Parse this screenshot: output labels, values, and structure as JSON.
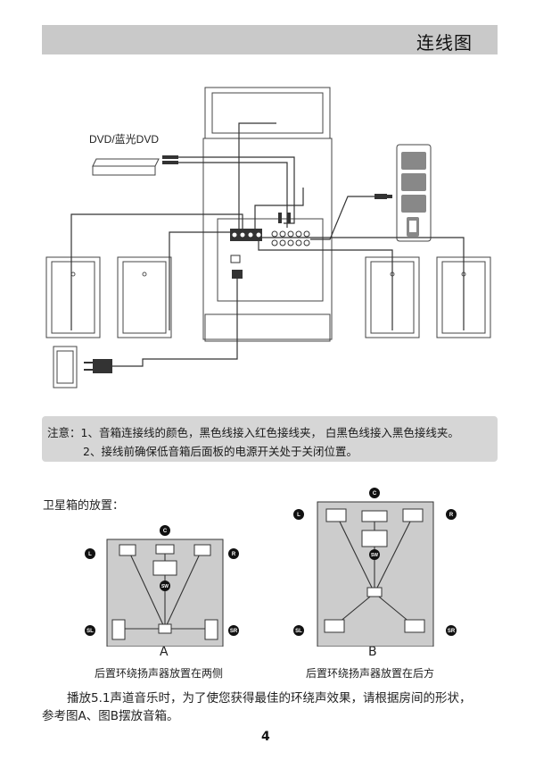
{
  "header": {
    "title": "连线图"
  },
  "diagram": {
    "source_label": "DVD/蓝光DVD"
  },
  "notes": {
    "line1": "注意：1、音箱连接线的颜色，黑色线接入红色接线夹，  白黑色线接入黑色接线夹。",
    "line2": "2、接线前确保低音箱后面板的电源开关处于关闭位置。"
  },
  "placement": {
    "title": "卫星箱的放置：",
    "badges": {
      "center": "C",
      "left": "L",
      "right": "R",
      "sub": "SW",
      "surround_left": "SL",
      "surround_right": "SR"
    },
    "figure_a": {
      "letter": "A",
      "caption": "后置环绕扬声器放置在两侧"
    },
    "figure_b": {
      "letter": "B",
      "caption": "后置环绕扬声器放置在后方"
    }
  },
  "body": {
    "line1": "播放5.1声道音乐时，为了使您获得最佳的环绕声效果，请根据房间的形状，",
    "line2": "参考图A、图B摆放音箱。"
  },
  "page": {
    "number": "4"
  }
}
